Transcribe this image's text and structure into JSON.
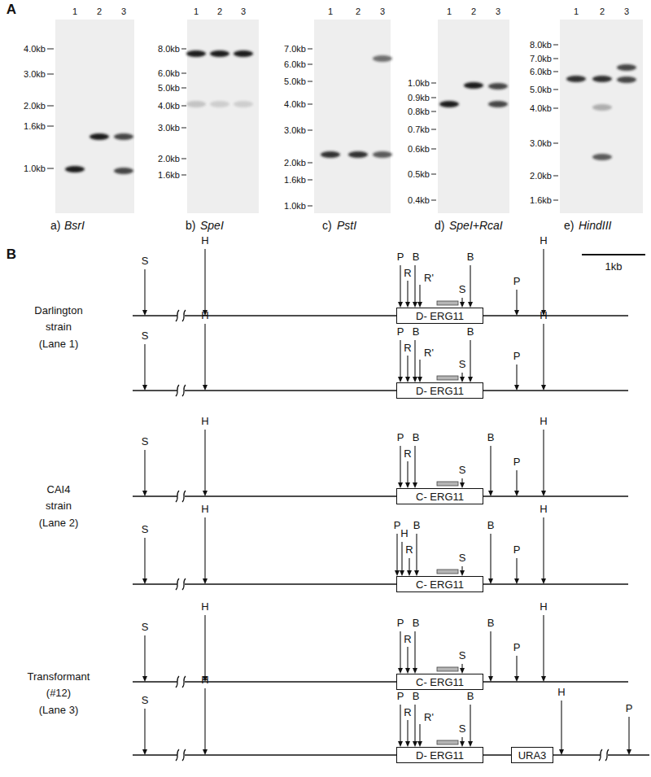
{
  "diagram": {
    "nodes": [
      {
        "text": [
          "D- ERG11"
        ]
      },
      {
        "text": [
          "D- ERG11"
        ]
      },
      {
        "text": [
          "C- ERG11"
        ]
      },
      {
        "text": [
          "C- ERG11"
        ]
      },
      {
        "text": [
          "C- ERG11"
        ]
      },
      {
        "text": [
          "D- ERG11"
        ]
      },
      {
        "text": [
          "URA3"
        ]
      }
    ],
    "labels": [
      "A",
      "1",
      "2",
      "3",
      "4.0kb",
      "3.0kb",
      "2.0kb",
      "1.6kb",
      "1.0kb",
      "a)",
      "BsrI",
      "1",
      "2",
      "3",
      "8.0kb",
      "6.0kb",
      "5.0kb",
      "4.0kb",
      "3.0kb",
      "2.0kb",
      "1.6kb",
      "b)",
      "SpeI",
      "1",
      "2",
      "3",
      "7.0kb",
      "6.0kb",
      "5.0kb",
      "4.0kb",
      "3.0kb",
      "2.0kb",
      "1.6kb",
      "1.0kb",
      "c)",
      "PstI",
      "1",
      "2",
      "3",
      "1.0kb",
      "0.9kb",
      "0.8kb",
      "0.7kb",
      "0.6kb",
      "0.5kb",
      "0.4kb",
      "d)",
      "SpeI+RcaI",
      "1",
      "2",
      "3",
      "8.0kb",
      "7.0kb",
      "6.0kb",
      "5.0kb",
      "4.0kb",
      "3.0kb",
      "2.0kb",
      "1.6kb",
      "e)",
      "HindIII",
      "B",
      "1kb",
      "Darlington strain",
      "(Lane 1)",
      "S",
      "H",
      "P",
      "R",
      "B",
      "R'",
      "S",
      "B",
      "P",
      "H",
      "S",
      "H",
      "P",
      "R",
      "B",
      "R'",
      "S",
      "B",
      "P",
      "H",
      "CAI4 strain",
      "(Lane 2)",
      "S",
      "H",
      "P",
      "R",
      "B",
      "S",
      "B",
      "P",
      "H",
      "S",
      "H",
      "P",
      "H",
      "R",
      "B",
      "S",
      "B",
      "P",
      "H",
      "Transformant (#12)",
      "(Lane 3)",
      "S",
      "H",
      "P",
      "R",
      "B",
      "S",
      "B",
      "P",
      "H",
      "S",
      "H",
      "P",
      "R",
      "B",
      "R'",
      "S",
      "B",
      "H",
      "P"
    ]
  }
}
